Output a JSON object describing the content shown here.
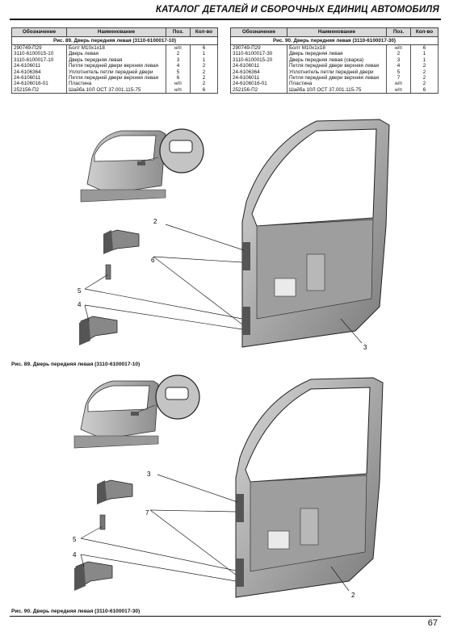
{
  "header": {
    "title": "КАТАЛОГ ДЕТАЛЕЙ И СБОРОЧНЫХ ЕДИНИЦ АВТОМОБИЛЯ"
  },
  "columns": {
    "designation": "Обозначение",
    "name": "Наименование",
    "position": "Поз.",
    "quantity": "Кол-во"
  },
  "table_left": {
    "caption": "Рис. 89. Дверь передняя левая (3110-6100017-10)",
    "rows": [
      {
        "designation": "290749-П29",
        "name": "Болт М10х1х18",
        "position": "н/п",
        "quantity": "6"
      },
      {
        "designation": "3110-6100015-10",
        "name": "Дверь левая",
        "position": "2",
        "quantity": "1"
      },
      {
        "designation": "3110-6100017-10",
        "name": "Дверь передняя левая",
        "position": "3",
        "quantity": "1"
      },
      {
        "designation": "24-6106011",
        "name": "Петля передней двери верхняя левая",
        "position": "4",
        "quantity": "2"
      },
      {
        "designation": "24-6106364",
        "name": "Уплотнитель петли передней двери",
        "position": "5",
        "quantity": "2"
      },
      {
        "designation": "24-6106011",
        "name": "Петля передней двери верхняя левая",
        "position": "6",
        "quantity": "2"
      },
      {
        "designation": "24-6106016-01",
        "name": "Пластина",
        "position": "н/п",
        "quantity": "2"
      },
      {
        "designation": "252156-П2",
        "name": "Шайба 10Л ОСТ 37.001.115-75",
        "position": "н/п",
        "quantity": "6"
      }
    ]
  },
  "table_right": {
    "caption": "Рис. 90. Дверь передняя левая (3110-6100017-30)",
    "rows": [
      {
        "designation": "290749-П29",
        "name": "Болт М10х1х18",
        "position": "н/п",
        "quantity": "6"
      },
      {
        "designation": "3110-6100017-30",
        "name": "Дверь передняя левая",
        "position": "2",
        "quantity": "1"
      },
      {
        "designation": "3110-6100015-20",
        "name": "Дверь передняя левая (сварка)",
        "position": "3",
        "quantity": "1"
      },
      {
        "designation": "24-6106011",
        "name": "Петля передней двери верхняя левая",
        "position": "4",
        "quantity": "2"
      },
      {
        "designation": "24-6106364",
        "name": "Уплотнитель петли передней двери",
        "position": "5",
        "quantity": "2"
      },
      {
        "designation": "24-6106011",
        "name": "Петля передней двери верхняя левая",
        "position": "7",
        "quantity": "2"
      },
      {
        "designation": "24-6106016-01",
        "name": "Пластина",
        "position": "н/п",
        "quantity": "2"
      },
      {
        "designation": "252156-П2",
        "name": "Шайба 10Л ОСТ 37.001.115-75",
        "position": "н/п",
        "quantity": "6"
      }
    ]
  },
  "figure1": {
    "caption": "Рис. 89. Дверь передняя левая (3110-6100017-10)",
    "callouts": {
      "c2": "2",
      "c6": "6",
      "c5": "5",
      "c4": "4",
      "c3": "3"
    }
  },
  "figure2": {
    "caption": "Рис. 90. Дверь передняя левая (3110-6100017-30)",
    "callouts": {
      "c3": "3",
      "c7": "7",
      "c5": "5",
      "c4": "4",
      "c2": "2"
    }
  },
  "footer": {
    "page_number": "67"
  }
}
